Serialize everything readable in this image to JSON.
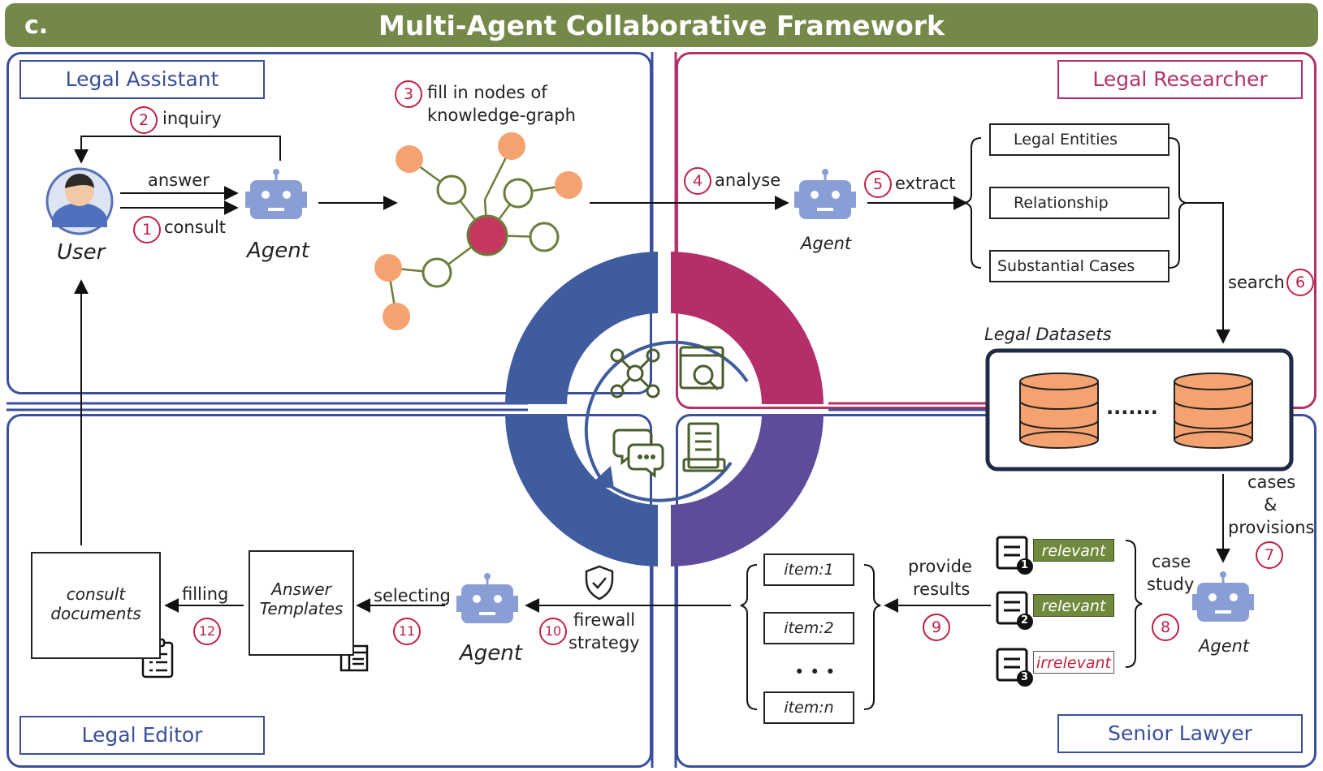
{
  "header": {
    "panel_letter": "c.",
    "title": "Multi-Agent Collaborative Framework"
  },
  "roles": {
    "legal_assistant": "Legal Assistant",
    "legal_researcher": "Legal Researcher",
    "legal_editor": "Legal Editor",
    "senior_lawyer": "Senior Lawyer"
  },
  "actors": {
    "user": "User",
    "agent": "Agent"
  },
  "steps": {
    "s1": {
      "num": "1",
      "label": "consult"
    },
    "s2": {
      "num": "2",
      "label": "inquiry"
    },
    "s3": {
      "num": "3",
      "label_line1": "fill in nodes of",
      "label_line2": "knowledge-graph"
    },
    "s4": {
      "num": "4",
      "label": "analyse"
    },
    "s5": {
      "num": "5",
      "label": "extract"
    },
    "s6": {
      "num": "6",
      "label": "search"
    },
    "s7": {
      "num": "7",
      "label_line1": "cases",
      "label_line2": "&",
      "label_line3": "provisions"
    },
    "s8": {
      "num": "8",
      "label_line1": "case",
      "label_line2": "study"
    },
    "s9": {
      "num": "9",
      "label_line1": "provide",
      "label_line2": "results"
    },
    "s10": {
      "num": "10",
      "label_line1": "firewall",
      "label_line2": "strategy"
    },
    "s11": {
      "num": "11",
      "label": "selecting"
    },
    "s12": {
      "num": "12",
      "label": "filling"
    }
  },
  "answer_label": "answer",
  "extract_items": [
    "Legal Entities",
    "Relationship",
    "Substantial Cases"
  ],
  "datasets_label": "Legal Datasets",
  "datasets_ellipsis": ".......",
  "cases": [
    {
      "num": "1",
      "tag": "relevant"
    },
    {
      "num": "2",
      "tag": "relevant"
    },
    {
      "num": "3",
      "tag": "irrelevant"
    }
  ],
  "items": [
    "item:1",
    "item:2",
    "• • •",
    "item:n"
  ],
  "templates": {
    "line1": "Answer",
    "line2": "Templates"
  },
  "documents": {
    "line1": "consult",
    "line2": "documents"
  },
  "colors": {
    "blue": "#3b4f9a",
    "pink": "#b3326a",
    "green": "#74884a",
    "orange": "#f4a26f",
    "node_center": "#c7365f",
    "node_ring": "#6b7d3a"
  }
}
